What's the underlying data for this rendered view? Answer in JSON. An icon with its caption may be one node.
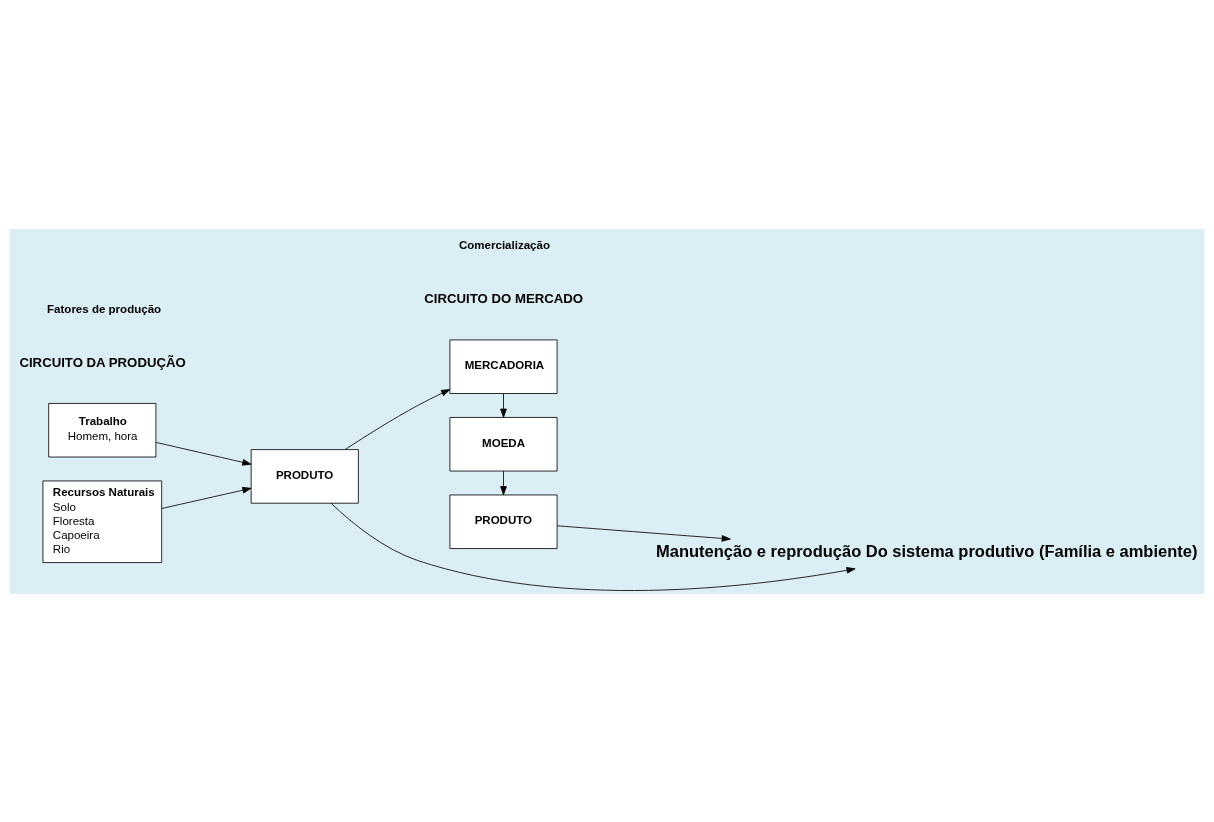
{
  "diagram": {
    "nodes": [
      {
        "text": [
          "Trabalho",
          "Homem, hora"
        ]
      },
      {
        "text": [
          "Recursos Naturais",
          "Solo",
          "Floresta",
          "Capoeira",
          "Rio"
        ]
      },
      {
        "text": [
          "PRODUTO"
        ]
      },
      {
        "text": [
          "MERCADORIA"
        ]
      },
      {
        "text": [
          "MOEDA"
        ]
      },
      {
        "text": [
          "PRODUTO"
        ]
      },
      {
        "text": [
          "Manutenção e reprodução Do sistema produtivo (Família e ambiente)"
        ]
      }
    ],
    "edges": [
      {
        "from": 0,
        "to": 2,
        "arrow": "to"
      },
      {
        "from": 1,
        "to": 2,
        "arrow": "to"
      },
      {
        "from": 2,
        "to": 3,
        "arrow": "to"
      },
      {
        "from": 3,
        "to": 4,
        "arrow": "to"
      },
      {
        "from": 4,
        "to": 5,
        "arrow": "to"
      },
      {
        "from": 2,
        "to": 6,
        "arrow": "to"
      },
      {
        "from": 5,
        "to": 6,
        "arrow": "to"
      }
    ],
    "labels": [
      "CIRCUITO DA PRODUÇÃO",
      "CIRCUITO DO MERCADO",
      "Fatores de produção",
      "Comercialização"
    ]
  }
}
